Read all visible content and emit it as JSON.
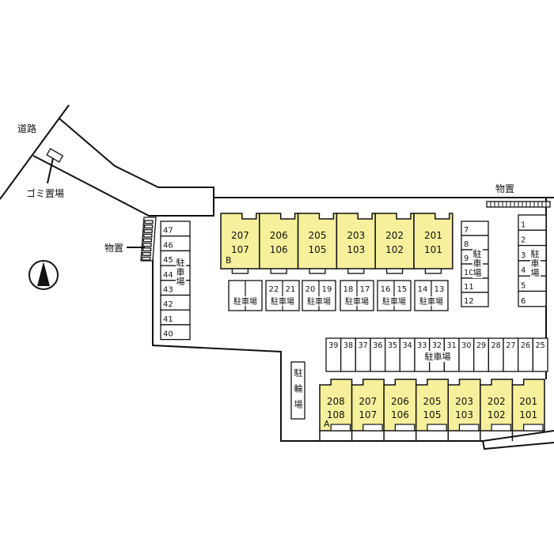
{
  "colors": {
    "unit_fill": "#f6f09c",
    "line": "#111111"
  },
  "labels": {
    "road": "道路",
    "garbage": "ゴミ置場",
    "storage_left": "物置",
    "storage_top": "物置",
    "bicycle_parking": "駐輪場",
    "parking": "駐車場"
  },
  "icons": {
    "north": "north-arrow-icon"
  },
  "building_b": {
    "name": "B",
    "units": [
      {
        "upper": "207",
        "lower": "107"
      },
      {
        "upper": "206",
        "lower": "106"
      },
      {
        "upper": "205",
        "lower": "105"
      },
      {
        "upper": "203",
        "lower": "103"
      },
      {
        "upper": "202",
        "lower": "102"
      },
      {
        "upper": "201",
        "lower": "101"
      }
    ],
    "parking_pairs": [
      [
        "",
        ""
      ],
      [
        "22",
        "21"
      ],
      [
        "20",
        "19"
      ],
      [
        "18",
        "17"
      ],
      [
        "16",
        "15"
      ],
      [
        "14",
        "13"
      ]
    ]
  },
  "building_a": {
    "name": "A",
    "units": [
      {
        "upper": "208",
        "lower": "108"
      },
      {
        "upper": "207",
        "lower": "107"
      },
      {
        "upper": "206",
        "lower": "106"
      },
      {
        "upper": "205",
        "lower": "105"
      },
      {
        "upper": "203",
        "lower": "103"
      },
      {
        "upper": "202",
        "lower": "102"
      },
      {
        "upper": "201",
        "lower": "101"
      }
    ]
  },
  "parking_left": [
    "47",
    "46",
    "45",
    "44",
    "43",
    "42",
    "41",
    "40"
  ],
  "parking_right_inner": [
    "7",
    "8",
    "9",
    "10",
    "11",
    "12"
  ],
  "parking_right_outer": [
    "1",
    "2",
    "3",
    "4",
    "5",
    "6"
  ],
  "parking_row": [
    "39",
    "38",
    "37",
    "36",
    "35",
    "34",
    "33",
    "32",
    "31",
    "30",
    "29",
    "28",
    "27",
    "26",
    "25"
  ]
}
